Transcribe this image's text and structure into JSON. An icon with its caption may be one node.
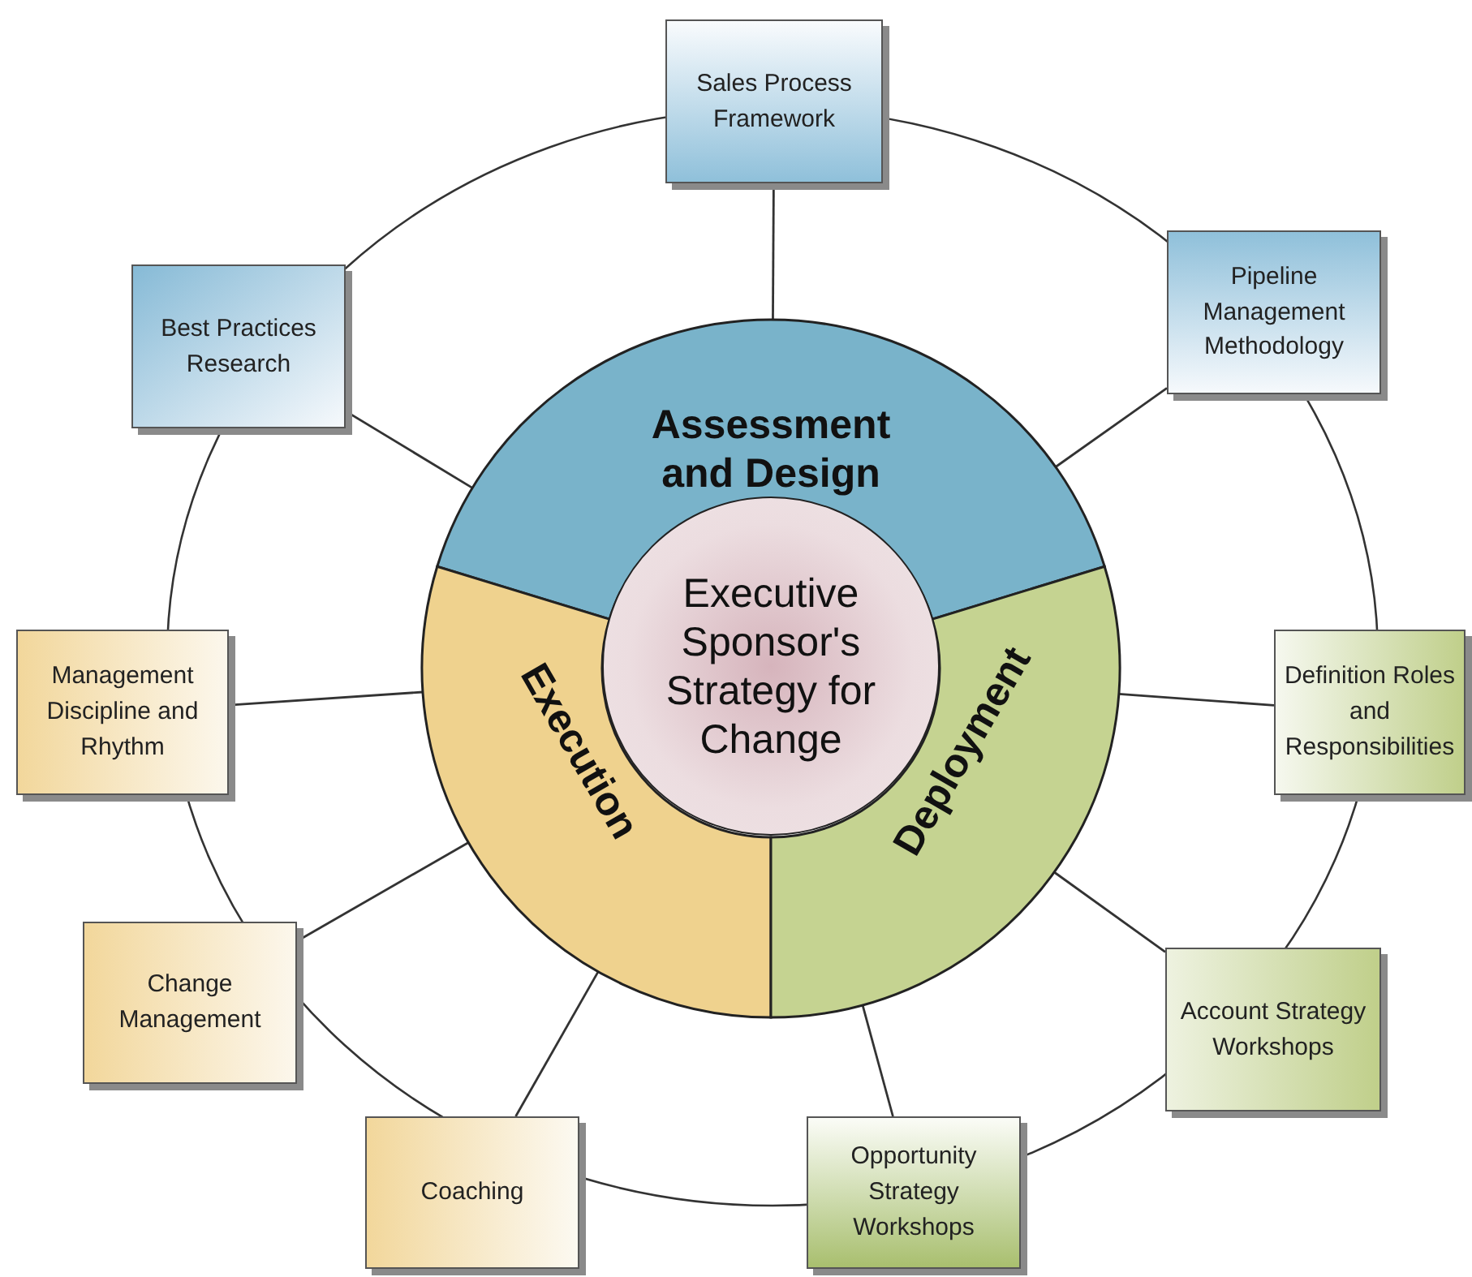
{
  "diagram": {
    "nodes": [
      {
        "text": [
          "Assessment and Design"
        ]
      },
      {
        "text": [
          "Execution"
        ]
      },
      {
        "text": [
          "Deployment"
        ]
      },
      {
        "text": [
          "Executive Sponsor's Strategy for Change"
        ]
      },
      {
        "text": [
          "Sales Process Framework"
        ]
      },
      {
        "text": [
          "Pipeline Management Methodology"
        ]
      },
      {
        "text": [
          "Best Practices Research"
        ]
      },
      {
        "text": [
          "Definition Roles and Responsibilities"
        ]
      },
      {
        "text": [
          "Management Discipline and Rhythm"
        ]
      },
      {
        "text": [
          "Change Management"
        ]
      },
      {
        "text": [
          "Account Strategy Workshops"
        ]
      },
      {
        "text": [
          "Coaching"
        ]
      },
      {
        "text": [
          "Opportunity Strategy Workshops"
        ]
      }
    ],
    "edges": [
      {
        "from": 4,
        "to": 0,
        "arrow": "none"
      },
      {
        "from": 5,
        "to": 0,
        "arrow": "none"
      },
      {
        "from": 6,
        "to": 0,
        "arrow": "none"
      },
      {
        "from": 8,
        "to": 1,
        "arrow": "none"
      },
      {
        "from": 9,
        "to": 1,
        "arrow": "none"
      },
      {
        "from": 11,
        "to": 1,
        "arrow": "none"
      },
      {
        "from": 7,
        "to": 2,
        "arrow": "none"
      },
      {
        "from": 10,
        "to": 2,
        "arrow": "none"
      },
      {
        "from": 12,
        "to": 2,
        "arrow": "none"
      }
    ]
  }
}
